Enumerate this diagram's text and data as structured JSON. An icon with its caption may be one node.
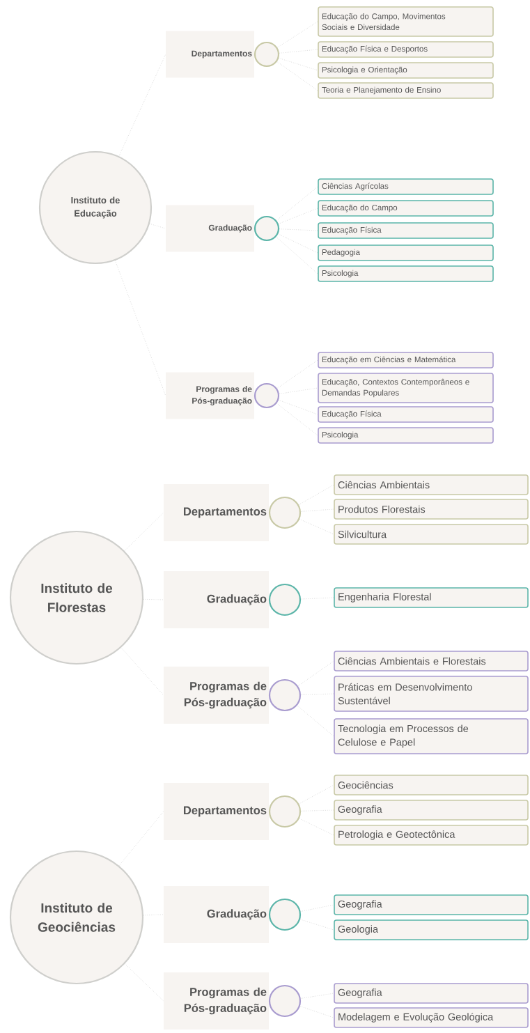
{
  "diagram": {
    "nodes": [
      {
        "text": [
          "Instituto de Educação"
        ]
      },
      {
        "text": [
          "Departamentos"
        ]
      },
      {
        "text": [],
        "shape": "circle"
      },
      {
        "text": [
          "Educação do Campo, Movimentos Sociais e Diversidade"
        ]
      },
      {
        "text": [
          "Educação Física e Desportos"
        ]
      },
      {
        "text": [
          "Psicologia e Orientação"
        ]
      },
      {
        "text": [
          "Teoria e Planejamento de Ensino"
        ]
      },
      {
        "text": [
          "Graduação"
        ]
      },
      {
        "text": [],
        "shape": "circle"
      },
      {
        "text": [
          "Ciências Agrícolas"
        ]
      },
      {
        "text": [
          "Educação do Campo"
        ]
      },
      {
        "text": [
          "Educação Física"
        ]
      },
      {
        "text": [
          "Pedagogia"
        ]
      },
      {
        "text": [
          "Psicologia"
        ]
      },
      {
        "text": [
          "Programas de Pós-graduação"
        ]
      },
      {
        "text": [],
        "shape": "circle"
      },
      {
        "text": [
          "Educação em Ciências e Matemática"
        ]
      },
      {
        "text": [
          "Educação, Contextos Contemporâneos e Demandas Populares"
        ]
      },
      {
        "text": [
          "Educação Física"
        ]
      },
      {
        "text": [
          "Psicologia"
        ]
      },
      {
        "text": [
          "Instituto de Florestas"
        ]
      },
      {
        "text": [
          "Departamentos"
        ]
      },
      {
        "text": [],
        "shape": "circle"
      },
      {
        "text": [
          "Ciências Ambientais"
        ]
      },
      {
        "text": [
          "Produtos Florestais"
        ]
      },
      {
        "text": [
          "Silvicultura"
        ]
      },
      {
        "text": [
          "Graduação"
        ]
      },
      {
        "text": [],
        "shape": "circle"
      },
      {
        "text": [
          "Engenharia Florestal"
        ]
      },
      {
        "text": [
          "Programas de Pós-graduação"
        ]
      },
      {
        "text": [],
        "shape": "circle"
      },
      {
        "text": [
          "Ciências Ambientais e Florestais"
        ]
      },
      {
        "text": [
          "Práticas em Desenvolvimento Sustentável"
        ]
      },
      {
        "text": [
          "Tecnologia em Processos de Celulose e Papel"
        ]
      },
      {
        "text": [
          "Instituto de Geociências"
        ]
      },
      {
        "text": [
          "Departamentos"
        ]
      },
      {
        "text": [],
        "shape": "circle"
      },
      {
        "text": [
          "Geociências"
        ]
      },
      {
        "text": [
          "Geografia"
        ]
      },
      {
        "text": [
          "Petrologia e Geotectônica"
        ]
      },
      {
        "text": [
          "Graduação"
        ]
      },
      {
        "text": [],
        "shape": "circle"
      },
      {
        "text": [
          "Geografia"
        ]
      },
      {
        "text": [
          "Geologia"
        ]
      },
      {
        "text": [
          "Programas de Pós-graduação"
        ]
      },
      {
        "text": [],
        "shape": "circle"
      },
      {
        "text": [
          "Geografia"
        ]
      },
      {
        "text": [
          "Modelagem e Evolução Geológica"
        ]
      }
    ],
    "edges": [
      {
        "from": 0,
        "to": 1,
        "arrow": "none"
      },
      {
        "from": 0,
        "to": 7,
        "arrow": "none"
      },
      {
        "from": 0,
        "to": 14,
        "arrow": "none"
      },
      {
        "from": 2,
        "to": 3,
        "arrow": "none"
      },
      {
        "from": 2,
        "to": 4,
        "arrow": "none"
      },
      {
        "from": 2,
        "to": 5,
        "arrow": "none"
      },
      {
        "from": 2,
        "to": 6,
        "arrow": "none"
      },
      {
        "from": 8,
        "to": 9,
        "arrow": "none"
      },
      {
        "from": 8,
        "to": 10,
        "arrow": "none"
      },
      {
        "from": 8,
        "to": 11,
        "arrow": "none"
      },
      {
        "from": 8,
        "to": 12,
        "arrow": "none"
      },
      {
        "from": 8,
        "to": 13,
        "arrow": "none"
      },
      {
        "from": 15,
        "to": 16,
        "arrow": "none"
      },
      {
        "from": 15,
        "to": 17,
        "arrow": "none"
      },
      {
        "from": 15,
        "to": 18,
        "arrow": "none"
      },
      {
        "from": 15,
        "to": 19,
        "arrow": "none"
      },
      {
        "from": 20,
        "to": 21,
        "arrow": "none"
      },
      {
        "from": 20,
        "to": 26,
        "arrow": "none"
      },
      {
        "from": 20,
        "to": 29,
        "arrow": "none"
      },
      {
        "from": 22,
        "to": 23,
        "arrow": "none"
      },
      {
        "from": 22,
        "to": 24,
        "arrow": "none"
      },
      {
        "from": 22,
        "to": 25,
        "arrow": "none"
      },
      {
        "from": 27,
        "to": 28,
        "arrow": "none"
      },
      {
        "from": 30,
        "to": 31,
        "arrow": "none"
      },
      {
        "from": 30,
        "to": 32,
        "arrow": "none"
      },
      {
        "from": 30,
        "to": 33,
        "arrow": "none"
      },
      {
        "from": 34,
        "to": 35,
        "arrow": "none"
      },
      {
        "from": 34,
        "to": 40,
        "arrow": "none"
      },
      {
        "from": 34,
        "to": 44,
        "arrow": "none"
      },
      {
        "from": 36,
        "to": 37,
        "arrow": "none"
      },
      {
        "from": 36,
        "to": 38,
        "arrow": "none"
      },
      {
        "from": 36,
        "to": 39,
        "arrow": "none"
      },
      {
        "from": 41,
        "to": 42,
        "arrow": "none"
      },
      {
        "from": 41,
        "to": 43,
        "arrow": "none"
      },
      {
        "from": 45,
        "to": 46,
        "arrow": "none"
      },
      {
        "from": 45,
        "to": 47,
        "arrow": "none"
      }
    ]
  }
}
